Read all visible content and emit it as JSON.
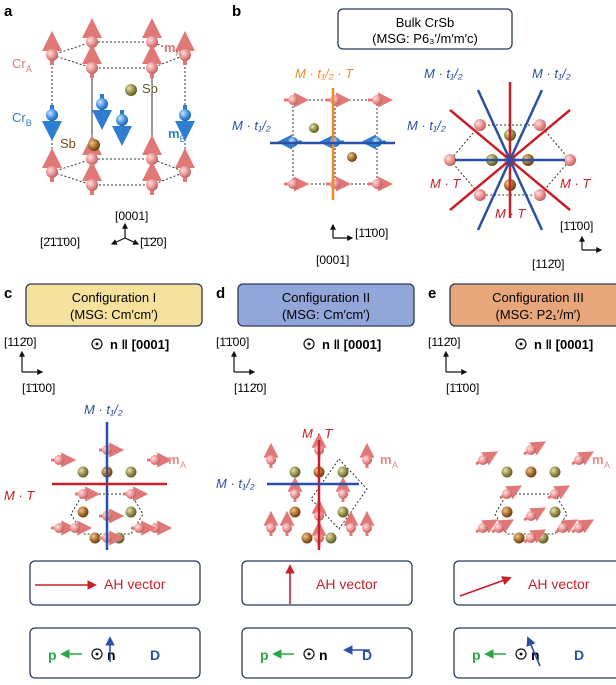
{
  "panels": {
    "a": {
      "letter": "a",
      "labels": {
        "cr_a": "Cr",
        "cr_a_sub": "A",
        "cr_b": "Cr",
        "cr_b_sub": "B",
        "sb1": "Sb",
        "sb2": "Sb",
        "m_a": "m",
        "m_a_sub": "A",
        "m_b": "m",
        "m_b_sub": "B"
      },
      "axes": {
        "up": "[0001]",
        "left": "[2̄1̄1̄00]",
        "right": "[̄1̄2̄0]"
      }
    },
    "b": {
      "letter": "b",
      "title_line1": "Bulk CrSb",
      "title_line2": "(MSG: P6₃′/m′m′c)",
      "left": {
        "top_label": "M · t₁/₂ · T",
        "left_label": "M · t₁/₂",
        "axis_right": "[1̄1̄00]",
        "axis_down": "[0001]"
      },
      "right": {
        "label_tl": "M · t₁/₂",
        "label_tr": "M · t₁/₂",
        "label_l": "M · t₁/₂",
        "label_bl": "M · T",
        "label_br": "M · T",
        "label_b": "M · T",
        "axis_right": "[1̄1̄00]",
        "axis_down": "[112̄0]"
      }
    },
    "c": {
      "letter": "c",
      "box_line1": "Configuration I",
      "box_line2": "(MSG: Cm′cm′)",
      "box_color": "#f6e29c",
      "axis_up": "[112̄0]",
      "axis_right": "[1̄1̄00]",
      "n_text": "n ‖ [0001]",
      "mirror_top": "M · t₁/₂",
      "mirror_left": "M · T",
      "m_label": "m",
      "m_sub": "A",
      "ah_label": "AH vector",
      "p_label": "p",
      "n_label": "n",
      "d_label": "D"
    },
    "d": {
      "letter": "d",
      "box_line1": "Configuration II",
      "box_line2": "(MSG: Cm′cm′)",
      "box_color": "#93a6da",
      "axis_up": "[1̄1̄00]",
      "axis_right": "[112̄0]",
      "n_text": "n ‖ [0001]",
      "mirror_top": "M · T",
      "mirror_left": "M · t₁/₂",
      "m_label": "m",
      "m_sub": "A",
      "ah_label": "AH vector",
      "p_label": "p",
      "n_label": "n",
      "d_label": "D"
    },
    "e": {
      "letter": "e",
      "box_line1": "Configuration III",
      "box_line2": "(MSG: P2₁′/m′)",
      "box_color": "#e8a77a",
      "axis_up": "[112̄0]",
      "axis_right": "[1̄1̄00]",
      "n_text": "n ‖ [0001]",
      "m_label": "m",
      "m_sub": "A",
      "ah_label": "AH vector",
      "p_label": "p",
      "n_label": "n",
      "d_label": "D"
    }
  },
  "colors": {
    "cr": "#e89090",
    "cr_dark": "#c86868",
    "cr_b_blue": "#3d8ee0",
    "sb": "#9a8a48",
    "sb_brown": "#a0682a",
    "red": "#c8202a",
    "blue": "#2a50a8",
    "orange": "#ef8a2a",
    "green": "#2aa848",
    "pink_text": "#e88a8a"
  }
}
